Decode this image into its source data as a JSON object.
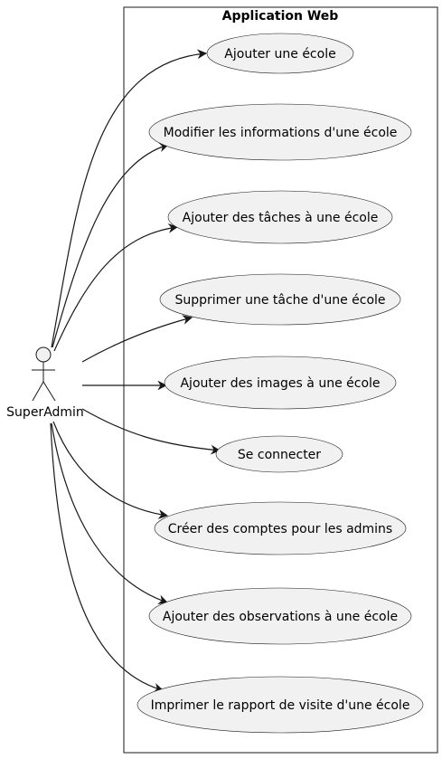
{
  "system": {
    "title": "Application Web"
  },
  "actor": {
    "name": "SuperAdmin"
  },
  "use_cases": [
    {
      "label": "Ajouter une école"
    },
    {
      "label": "Modifier les informations d'une école"
    },
    {
      "label": "Ajouter des tâches à une école"
    },
    {
      "label": "Supprimer une tâche d'une école"
    },
    {
      "label": "Ajouter des images à une école"
    },
    {
      "label": "Se connecter"
    },
    {
      "label": "Créer des comptes pour les admins"
    },
    {
      "label": "Ajouter des observations à une école"
    },
    {
      "label": "Imprimer le rapport de visite d'une école"
    }
  ]
}
